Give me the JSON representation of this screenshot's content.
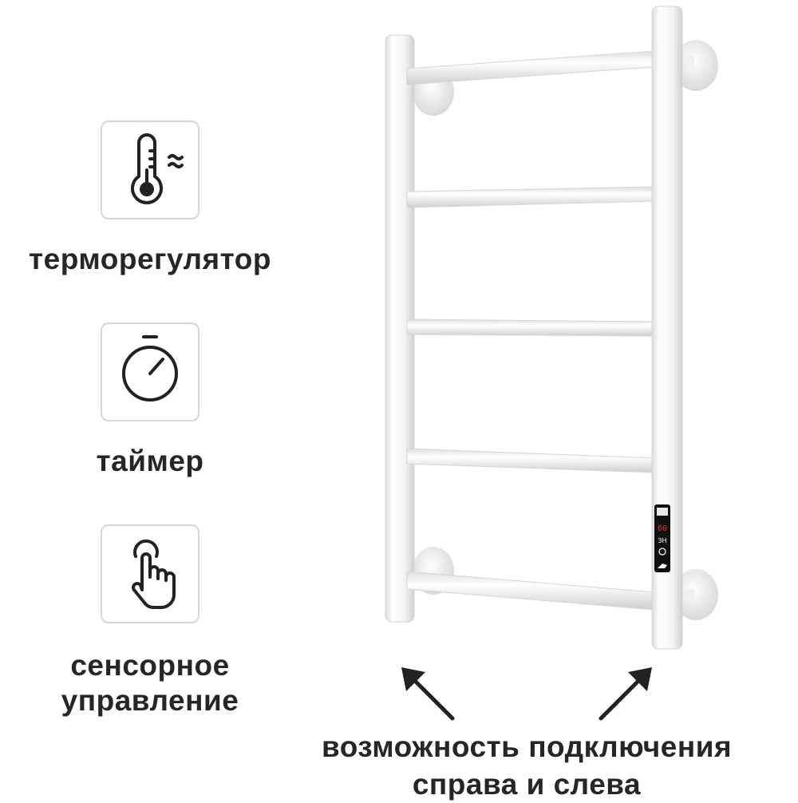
{
  "features": [
    {
      "icon": "thermometer-icon",
      "label": "терморегулятор"
    },
    {
      "icon": "stopwatch-icon",
      "label": "таймер"
    },
    {
      "icon": "touch-hand-icon",
      "label": "сенсорное управление"
    }
  ],
  "connection": {
    "label": "возможность подключения справа и слева"
  },
  "control_panel": {
    "temperature": "60",
    "mode": "ЗН"
  },
  "colors": {
    "text": "#262626",
    "border": "#d6d6d6",
    "rail": "#ffffff",
    "display_red": "#e8352f"
  }
}
